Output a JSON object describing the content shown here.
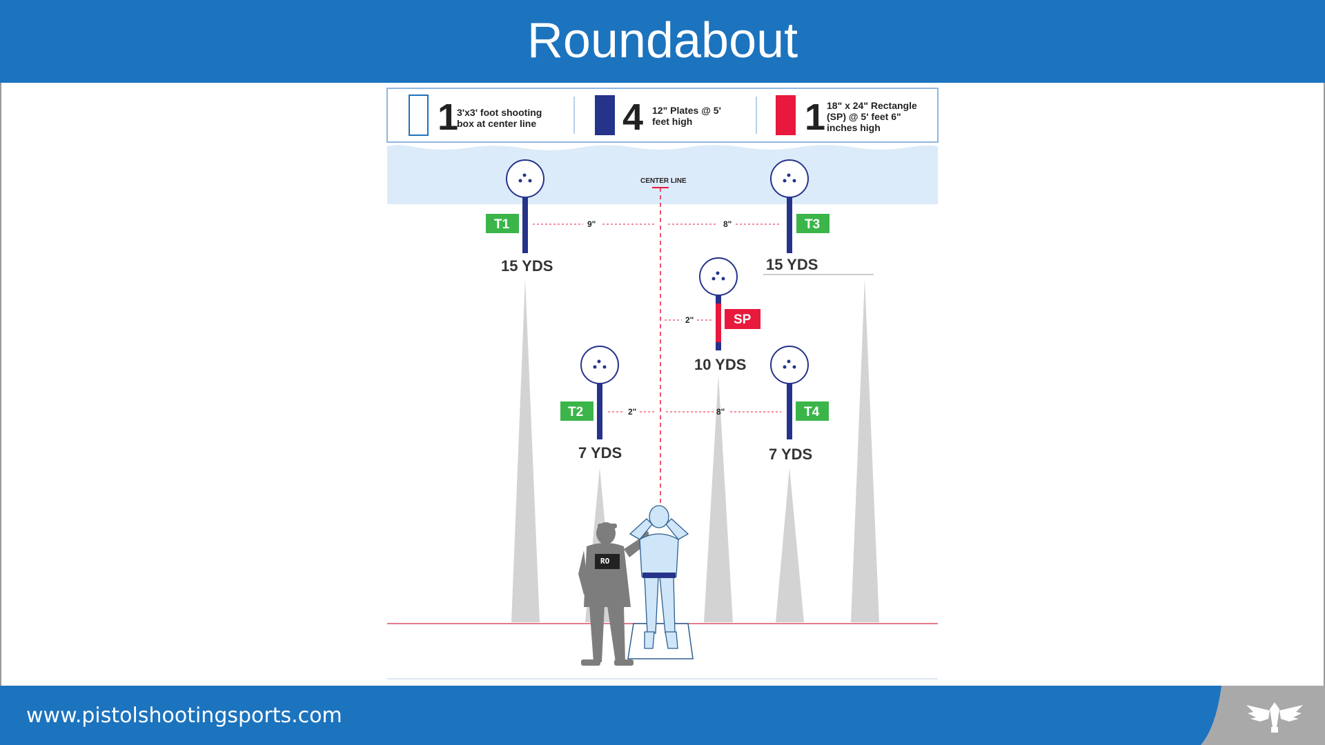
{
  "title": "Roundabout",
  "footer": {
    "url": "www.pistolshootingsports.com"
  },
  "legend": [
    {
      "count": "1",
      "line1": "3'x3' foot shooting",
      "line2": "box at center line",
      "line3": "",
      "swatch": "box-outline"
    },
    {
      "count": "4",
      "line1": "12\" Plates @ 5'",
      "line2": "feet high",
      "line3": "",
      "swatch": "#25338a"
    },
    {
      "count": "1",
      "line1": "18\" x 24\" Rectangle",
      "line2": "(SP) @ 5' feet 6\"",
      "line3": "inches high",
      "swatch": "#e8193c"
    }
  ],
  "center_line_label": "CENTER LINE",
  "targets": {
    "t1": {
      "label": "T1",
      "distance": "15 YDS",
      "gap": "9\""
    },
    "t3": {
      "label": "T3",
      "distance": "15 YDS",
      "gap": "8\""
    },
    "sp": {
      "label": "SP",
      "distance": "10 YDS",
      "gap": "2\""
    },
    "t2": {
      "label": "T2",
      "distance": "7 YDS",
      "gap": "2\""
    },
    "t4": {
      "label": "T4",
      "distance": "7 YDS",
      "gap": "8\""
    }
  },
  "range_officer_badge": "RO",
  "colors": {
    "brand_blue": "#1c73be",
    "plate_blue": "#25338a",
    "sp_red": "#e8193c",
    "label_green": "#3bb54a",
    "sky": "#dcebf9"
  }
}
